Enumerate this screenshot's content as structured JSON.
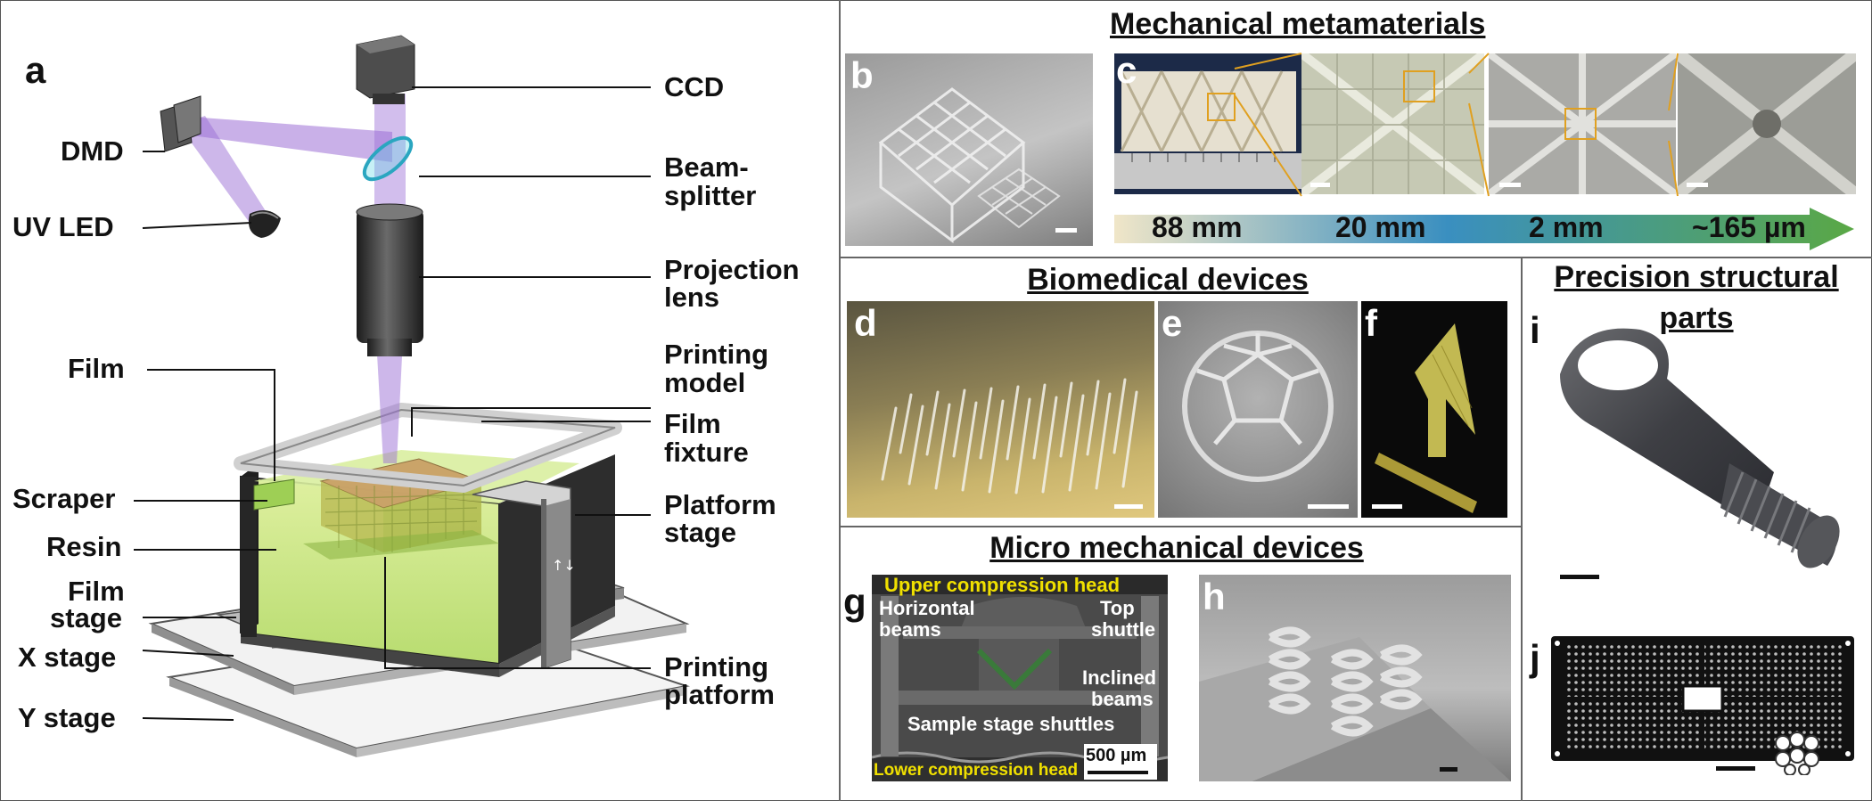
{
  "panel_a": {
    "letter": "a",
    "labels_left": {
      "dmd": "DMD",
      "uv_led": "UV LED",
      "film": "Film",
      "scraper": "Scraper",
      "resin": "Resin",
      "film_stage_1": "Film",
      "film_stage_2": "stage",
      "x_stage": "X stage",
      "y_stage": "Y stage"
    },
    "labels_right": {
      "ccd": "CCD",
      "beam_splitter_1": "Beam-",
      "beam_splitter_2": "splitter",
      "projection_lens_1": "Projection",
      "projection_lens_2": "lens",
      "printing_model_1": "Printing",
      "printing_model_2": "model",
      "film_fixture_1": "Film",
      "film_fixture_2": "fixture",
      "platform_stage_1": "Platform",
      "platform_stage_2": "stage",
      "printing_platform_1": "Printing",
      "printing_platform_2": "platform"
    }
  },
  "headings": {
    "mechanical": "Mechanical metamaterials",
    "biomedical": "Biomedical devices",
    "precision_1": "Precision structural",
    "precision_2": "parts",
    "micro": "Micro mechanical devices"
  },
  "panel_letters": {
    "b": "b",
    "c": "c",
    "d": "d",
    "e": "e",
    "f": "f",
    "g": "g",
    "h": "h",
    "i": "i",
    "j": "j"
  },
  "scale_arrow": {
    "labels": [
      "88 mm",
      "20 mm",
      "2 mm",
      "~165 µm"
    ],
    "gradient": [
      "#f0e6c8",
      "#3a8fc0",
      "#5aa845"
    ]
  },
  "panel_g": {
    "upper_head": "Upper compression head",
    "lower_head": "Lower compression head",
    "horizontal_beams_1": "Horizontal",
    "horizontal_beams_2": "beams",
    "top_shuttle_1": "Top",
    "top_shuttle_2": "shuttle",
    "inclined_beams_1": "Inclined",
    "inclined_beams_2": "beams",
    "sample_stage": "Sample stage shuttles",
    "scale": "500 µm"
  },
  "colors": {
    "resin": "#c8e68a",
    "light_beam": "#9c6fd6",
    "frame": "#555555",
    "yellow_text": "#f0e000"
  }
}
